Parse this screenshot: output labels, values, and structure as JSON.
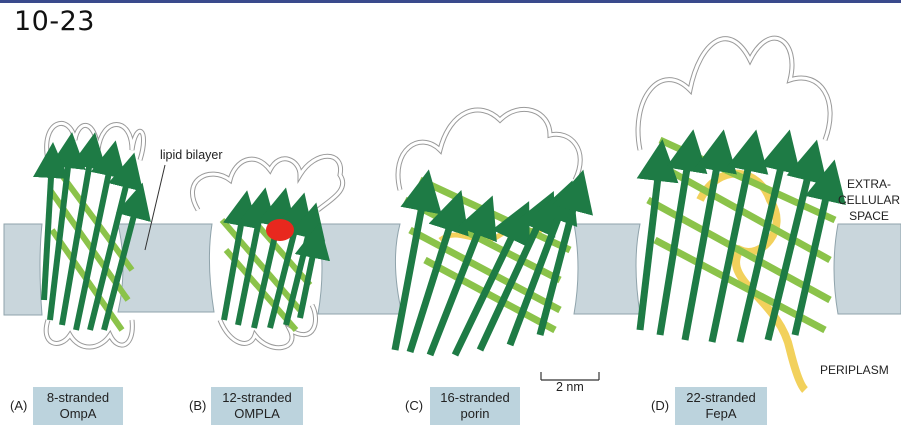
{
  "figure_number": "10-23",
  "labels": {
    "lipid_bilayer": "lipid bilayer",
    "extracellular": [
      "EXTRA-",
      "CELLULAR",
      "SPACE"
    ],
    "periplasm": "PERIPLASM",
    "scale_bar": "2 nm"
  },
  "panels": [
    {
      "letter": "(A)",
      "line1": "8-stranded",
      "line2": "OmpA"
    },
    {
      "letter": "(B)",
      "line1": "12-stranded",
      "line2": "OMPLA"
    },
    {
      "letter": "(C)",
      "line1": "16-stranded",
      "line2": "porin"
    },
    {
      "letter": "(D)",
      "line1": "22-stranded",
      "line2": "FepA"
    }
  ],
  "colors": {
    "membrane": "#c9d6dc",
    "strand_dark": "#1e7b45",
    "strand_light": "#8bc34a",
    "loop": "#ffffff",
    "plug": "#f2d15c",
    "lipid_dot": "#e8281e",
    "label_box": "#bcd3dd",
    "top_bar": "#3a4a8c"
  }
}
